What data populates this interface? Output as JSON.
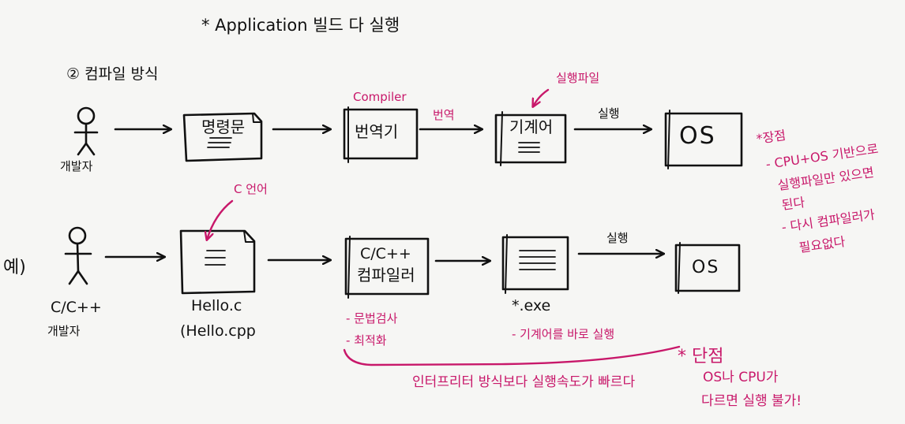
{
  "header": {
    "title": "* Application 빌드 다 실행",
    "section": "② 컴파일 방식"
  },
  "row1": {
    "developer": "개발자",
    "source": "명령문",
    "compiler_tag": "Compiler",
    "compiler": "번역기",
    "translate": "번역",
    "machine": "기계어",
    "exec_file": "실행파일",
    "run": "실행",
    "os": "OS"
  },
  "row2": {
    "example": "예)",
    "developer_lang": "C/C++",
    "developer": "개발자",
    "c_lang": "C 언어",
    "file_c": "Hello.c",
    "file_cpp": "(Hello.cpp",
    "compiler_lang": "C/C++",
    "compiler": "컴파일러",
    "exe": "*.exe",
    "run": "실행",
    "os": "OS"
  },
  "notes": {
    "syntax_check": "- 문법검사",
    "optimize": "- 최적화",
    "machine_run": "- 기계어를 바로 실행",
    "speed": "인터프리터 방식보다 실행속도가 빠르다",
    "con_title": "* 단점",
    "con_line1": "OS나 CPU가",
    "con_line2": "다르면 실행 불가!",
    "pro_title": "*장점",
    "pro_line1": "- CPU+OS 기반으로",
    "pro_line2": "실행파일만 있으면",
    "pro_line3": "된다",
    "pro_line4": "- 다시 컴파일러가",
    "pro_line5": "필요없다"
  }
}
